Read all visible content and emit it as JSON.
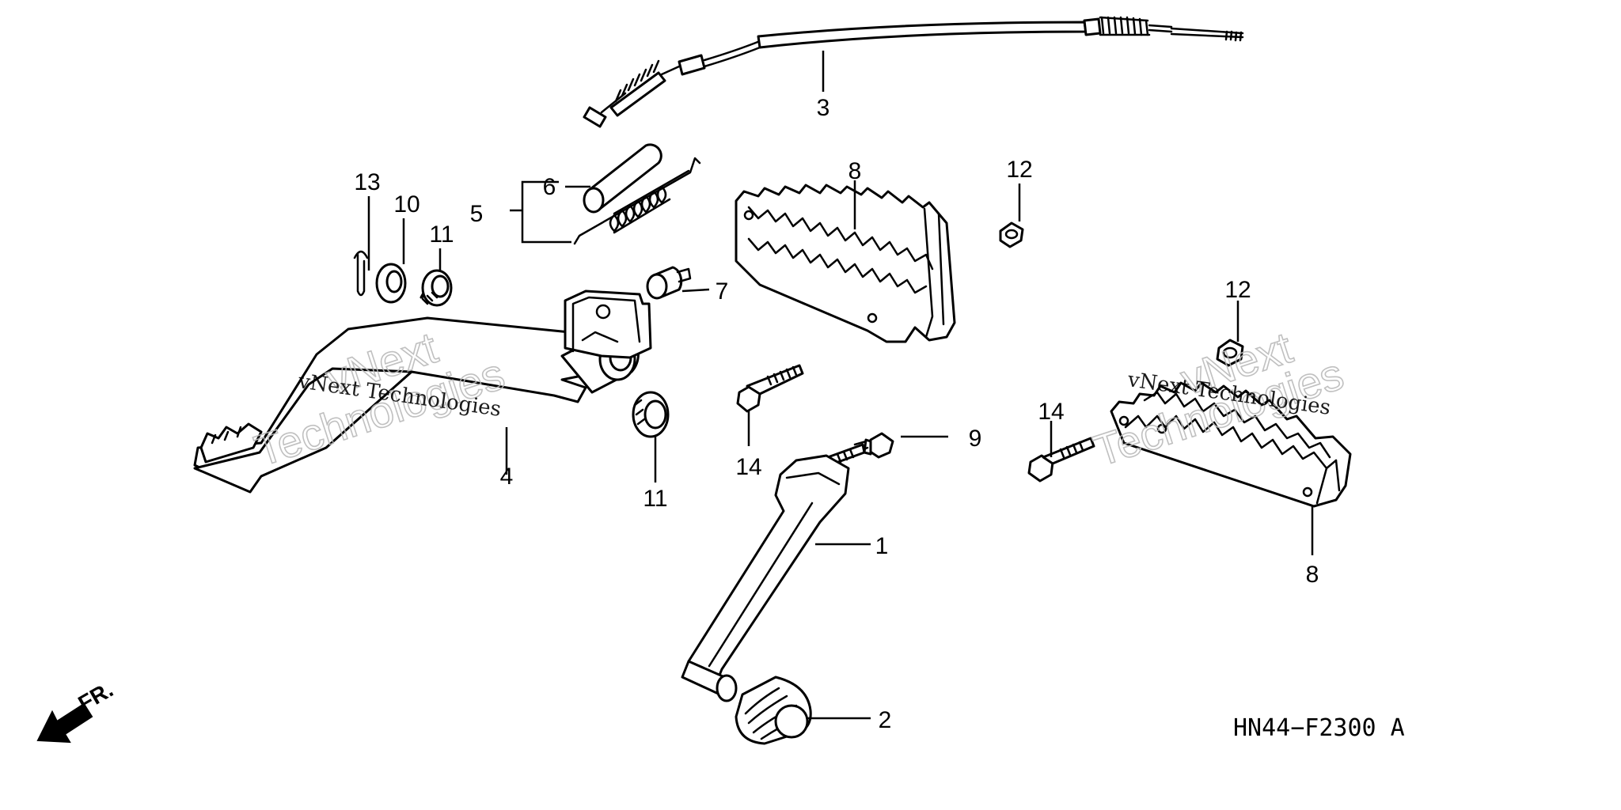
{
  "diagram": {
    "drawing_code": "HN44−F2300 A",
    "direction_label": "FR.",
    "watermark": {
      "brand_line": "vNext Technologies",
      "line1": "vNext",
      "line2": "Technologies"
    },
    "callouts": {
      "c1": "1",
      "c2": "2",
      "c3": "3",
      "c4": "4",
      "c5": "5",
      "c6": "6",
      "c7": "7",
      "c8a": "8",
      "c8b": "8",
      "c9": "9",
      "c10": "10",
      "c11a": "11",
      "c11b": "11",
      "c12a": "12",
      "c12b": "12",
      "c13": "13",
      "c14a": "14",
      "c14b": "14"
    }
  }
}
